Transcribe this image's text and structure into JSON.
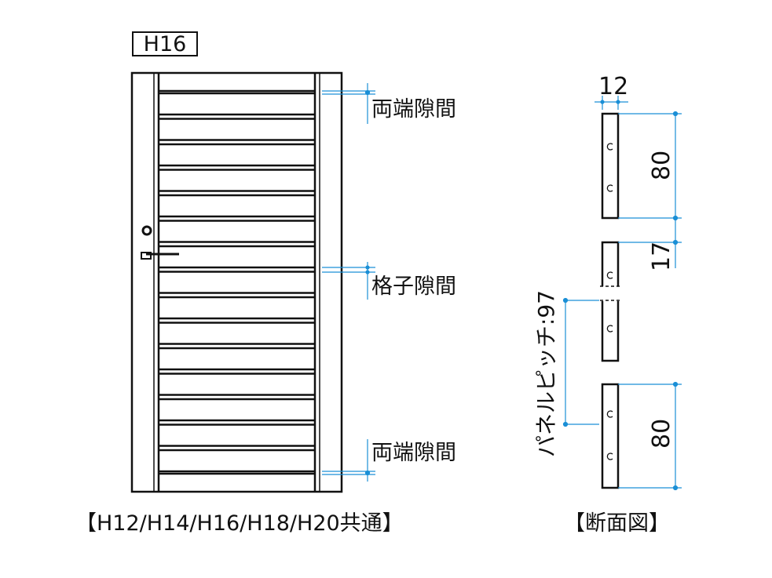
{
  "model_label": "H16",
  "front_view": {
    "labels": {
      "top_gap": "両端隙間",
      "slat_gap": "格子隙間",
      "bottom_gap": "両端隙間"
    },
    "caption": "【H12/H14/H16/H18/H20共通】"
  },
  "section_view": {
    "caption": "【断面図】",
    "dimensions": {
      "thickness": "12",
      "slat_height_top": "80",
      "gap": "17",
      "slat_height_bottom": "80",
      "panel_pitch": "パネルピッチ:97"
    }
  },
  "colors": {
    "line": "#111111",
    "dimension": "#1a8fd6"
  }
}
